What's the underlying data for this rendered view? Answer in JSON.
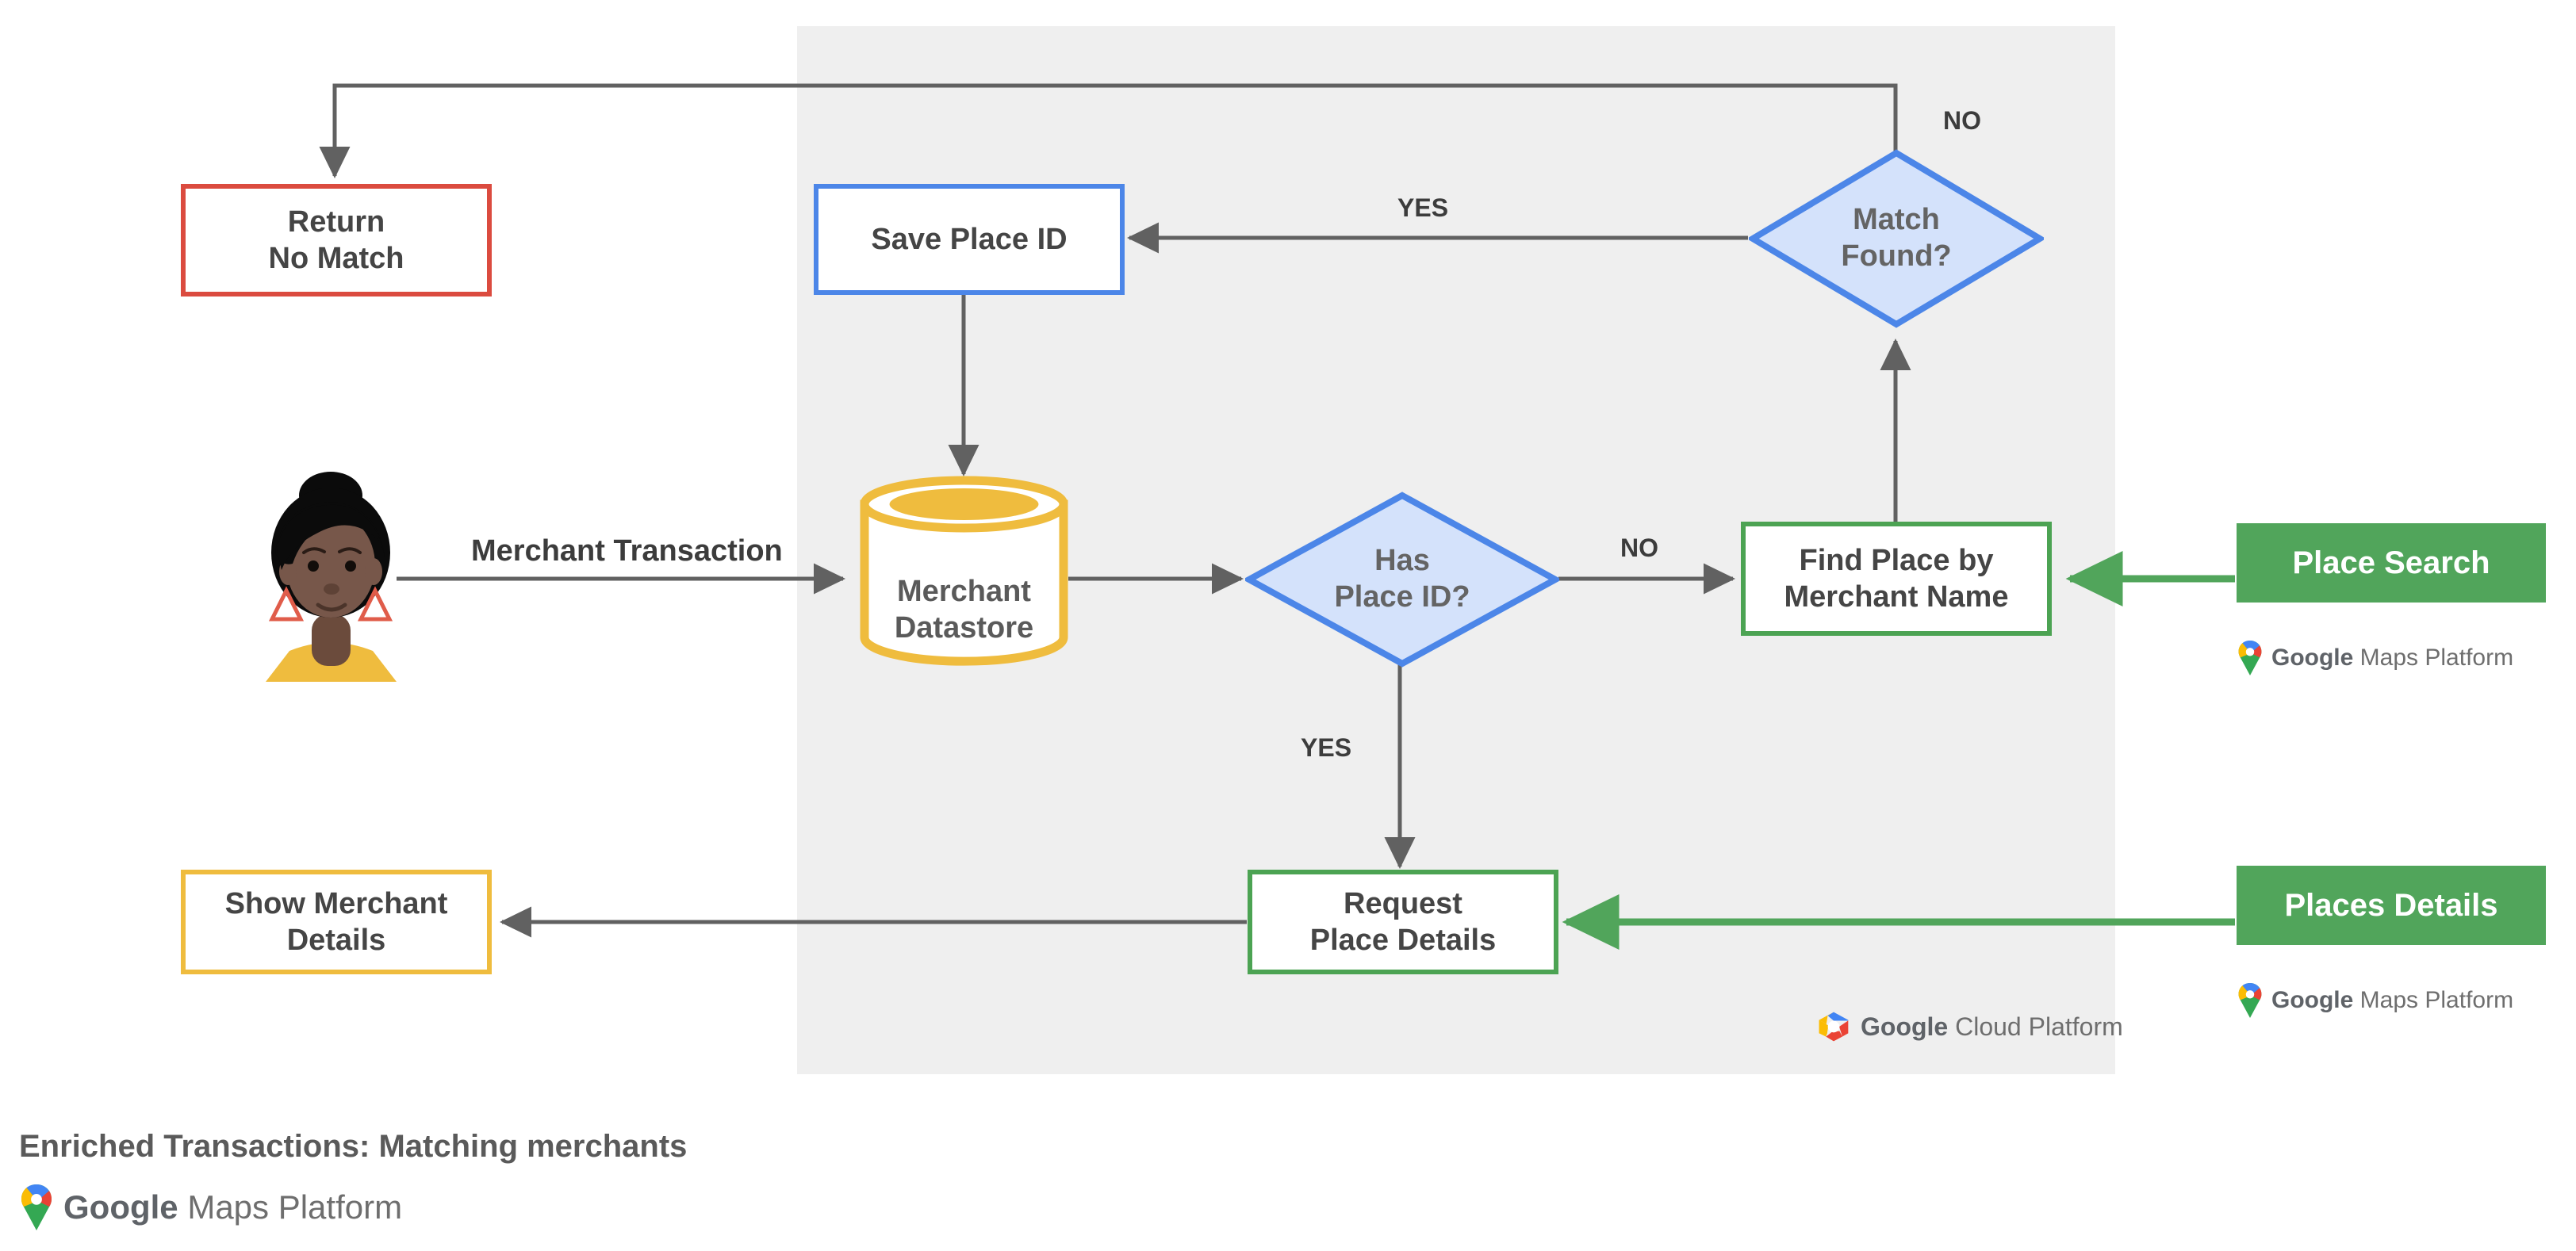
{
  "diagram": {
    "caption": "Enriched Transactions: Matching merchants",
    "panel_label": "google-cloud-platform-boundary",
    "colors": {
      "panel_bg": "#EFEFEF",
      "red": "#DB4B3F",
      "blue": "#4C86E8",
      "blue_fill": "#D4E2FB",
      "green": "#4CA353",
      "green_fill": "#51A55B",
      "yellow": "#EFBC3E",
      "arrow": "#616161",
      "text": "#5A5A5A"
    },
    "nodes": [
      {
        "id": "return-no-match",
        "label": "Return\nNo Match",
        "line1": "Return",
        "line2": "No Match",
        "shape": "rect",
        "color": "red"
      },
      {
        "id": "save-place-id",
        "label": "Save Place ID",
        "line1": "Save Place ID",
        "line2": "",
        "shape": "rect",
        "color": "blue"
      },
      {
        "id": "match-found",
        "label": "Match Found?",
        "line1": "Match",
        "line2": "Found?",
        "shape": "diamond",
        "color": "blue"
      },
      {
        "id": "merchant-datastore",
        "label": "Merchant Datastore",
        "line1": "Merchant",
        "line2": "Datastore",
        "shape": "cylinder",
        "color": "yellow"
      },
      {
        "id": "has-place-id",
        "label": "Has Place ID?",
        "line1": "Has",
        "line2": "Place ID?",
        "shape": "diamond",
        "color": "blue"
      },
      {
        "id": "find-place",
        "label": "Find Place by Merchant Name",
        "line1": "Find Place by",
        "line2": "Merchant Name",
        "shape": "rect",
        "color": "green"
      },
      {
        "id": "request-place-details",
        "label": "Request Place Details",
        "line1": "Request",
        "line2": "Place Details",
        "shape": "rect",
        "color": "green"
      },
      {
        "id": "show-merchant-details",
        "label": "Show Merchant Details",
        "line1": "Show Merchant",
        "line2": "Details",
        "shape": "rect",
        "color": "yellow"
      }
    ],
    "api_cards": [
      {
        "id": "place-search",
        "label": "Place Search",
        "logo_bold": "Google",
        "logo_light": " Maps Platform"
      },
      {
        "id": "places-details",
        "label": "Places Details",
        "logo_bold": "Google",
        "logo_light": " Maps Platform"
      }
    ],
    "edge_labels": [
      {
        "id": "merchant-transaction",
        "text": "Merchant Transaction"
      },
      {
        "id": "has-place-id-no",
        "text": "NO"
      },
      {
        "id": "has-place-id-yes",
        "text": "YES"
      },
      {
        "id": "match-found-yes",
        "text": "YES"
      },
      {
        "id": "match-found-no",
        "text": "NO"
      }
    ],
    "platform_badge": {
      "bold": "Google",
      "light": " Cloud Platform"
    },
    "footer_logo": {
      "bold": "Google",
      "light": " Maps Platform"
    },
    "actor": {
      "id": "customer-avatar",
      "alt": "person-avatar"
    }
  }
}
